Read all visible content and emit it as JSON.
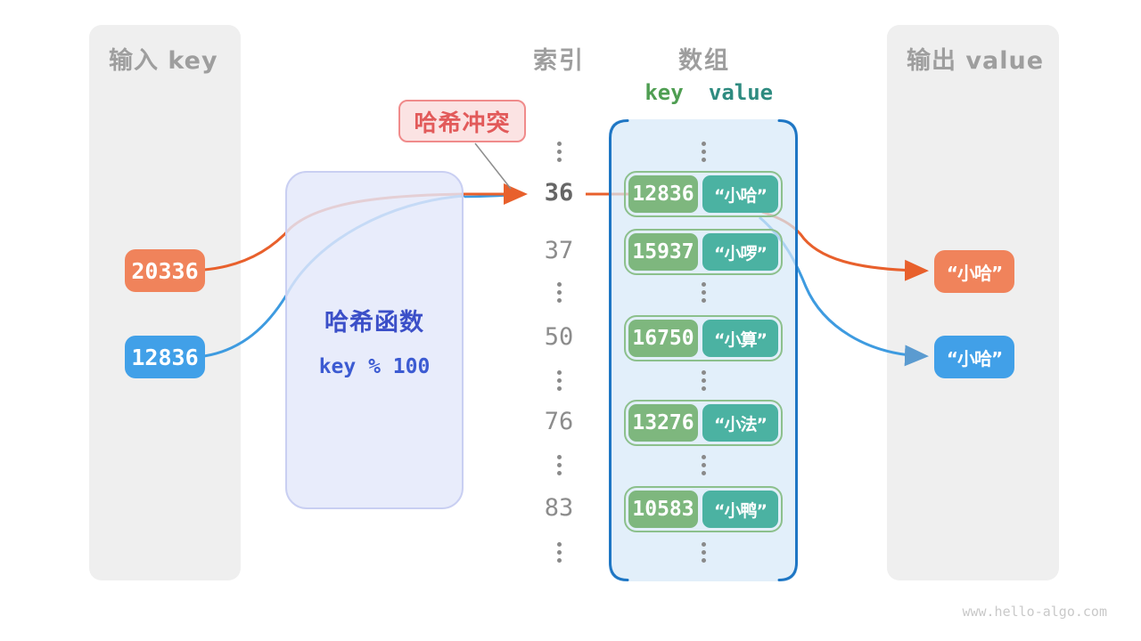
{
  "colors": {
    "orange": "#F0835B",
    "blue": "#41A0E8",
    "key_green": "#7EB77E",
    "value_teal": "#4BB2A2",
    "row_border_green": "#8CC08C",
    "panel_gray": "#EFEFEF",
    "header_gray": "#9E9E9E",
    "array_panel_fill": "#E2EFFA",
    "array_panel_border": "#1E76C4",
    "hash_box_fill": "#E9EDFB",
    "hash_box_border": "#C9CFF2",
    "hash_text_blue": "#3B4FC8",
    "collision_bg": "#FBE3E3",
    "collision_border": "#F08B8B",
    "collision_text": "#E25A5A",
    "curve_orange": "#E8602C",
    "curve_blue": "#3E9BE0"
  },
  "input_panel": {
    "title": "输入 key",
    "items": [
      {
        "value": "20336",
        "color": "orange"
      },
      {
        "value": "12836",
        "color": "blue"
      }
    ]
  },
  "output_panel": {
    "title": "输出 value",
    "items": [
      {
        "value": "“小哈”",
        "color": "orange"
      },
      {
        "value": "“小哈”",
        "color": "blue"
      }
    ]
  },
  "hash_function": {
    "title": "哈希函数",
    "formula": "key % 100"
  },
  "collision_label": {
    "text": "哈希冲突"
  },
  "index_column": {
    "title": "索引",
    "highlighted": "36",
    "indices": [
      "36",
      "37",
      "50",
      "76",
      "83"
    ]
  },
  "array_panel": {
    "title": "数组",
    "key_header": "key",
    "value_header": "value",
    "rows": [
      {
        "key": "12836",
        "value": "“小哈”"
      },
      {
        "key": "15937",
        "value": "“小啰”"
      },
      {
        "key": "16750",
        "value": "“小算”"
      },
      {
        "key": "13276",
        "value": "“小法”"
      },
      {
        "key": "10583",
        "value": "“小鸭”"
      }
    ]
  },
  "watermark": "www.hello-algo.com"
}
